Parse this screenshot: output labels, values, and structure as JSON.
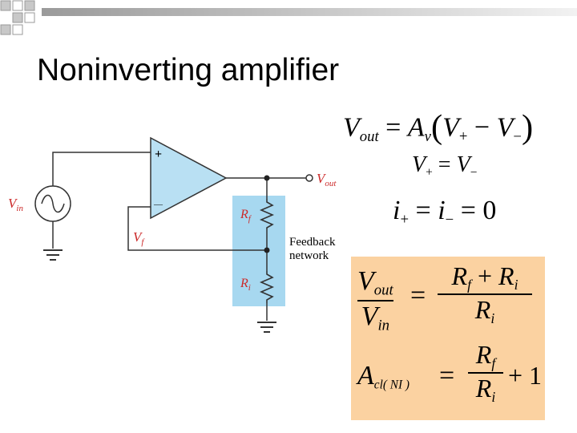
{
  "slide": {
    "title": "Noninverting amplifier"
  },
  "circuit": {
    "vin_label": "V",
    "vin_sub": "in",
    "vout_label": "V",
    "vout_sub": "out",
    "vf_label": "V",
    "vf_sub": "f",
    "rf_label": "R",
    "rf_sub": "f",
    "ri_label": "R",
    "ri_sub": "i",
    "plus_sign": "+",
    "minus_sign": "—",
    "feedback_line1": "Feedback",
    "feedback_line2": "network"
  },
  "equations": {
    "eq1": {
      "lhs": "V",
      "lhs_sub": "out",
      "eq": " = ",
      "av": "A",
      "av_sub": "v",
      "open": "(",
      "v1": "V",
      "v1_sub": "+",
      "minus": " − ",
      "v2": "V",
      "v2_sub": "−",
      "close": ")"
    },
    "eq2": {
      "a": "V",
      "a_sub": "+",
      "eq": " = ",
      "b": "V",
      "b_sub": "−"
    },
    "eq3": {
      "a": "i",
      "a_sub": "+",
      "eq1": " = ",
      "b": "i",
      "b_sub": "−",
      "eq2": " = 0"
    },
    "gain1": {
      "num": "V",
      "num_sub": "out",
      "den": "V",
      "den_sub": "in",
      "eq": "=",
      "rnum_a": "R",
      "rnum_a_sub": "f",
      "rnum_plus": " + ",
      "rnum_b": "R",
      "rnum_b_sub": "i",
      "rden": "R",
      "rden_sub": "i"
    },
    "gain2": {
      "lhs": "A",
      "lhs_sub": "cl( NI )",
      "eq": "=",
      "rnum": "R",
      "rnum_sub": "f",
      "rden": "R",
      "rden_sub": "i",
      "plus_one": "+ 1"
    }
  },
  "colors": {
    "label_red": "#cc2b2b",
    "feedback_bg": "#a7d8f0",
    "gain_bg": "#fbd2a1",
    "opamp_fill": "#b9e0f3",
    "accent_green": "#8ab87a",
    "accent_gray": "#9a9a9a"
  }
}
